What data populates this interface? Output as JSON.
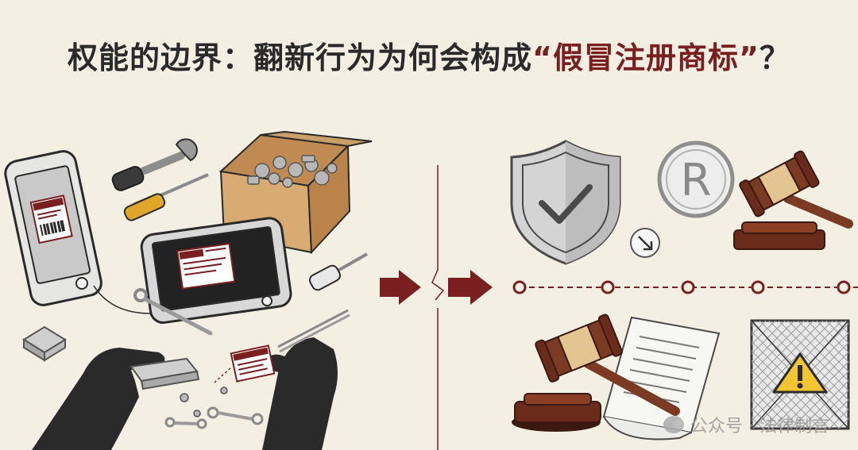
{
  "title": {
    "prefix": "权能的边界：翻新行为为何会构成",
    "accent": "“假冒注册商标”",
    "suffix": "？"
  },
  "watermark": {
    "text": "公众号 · 法律制言"
  },
  "colors": {
    "background": "#f4efe3",
    "accent": "#7a1f1f",
    "ink": "#2a2a2a",
    "wood": "#7a3b22",
    "box": "#d7ab72"
  },
  "icons": {
    "left_panel": [
      "smartphone-icon",
      "wrench-icon",
      "screwdriver-icon",
      "cardboard-box-icon",
      "hand-icon",
      "tweezers-icon",
      "label-sticker-icon"
    ],
    "right_panel": [
      "shield-check-icon",
      "registered-trademark-icon",
      "gavel-icon",
      "document-icon",
      "warning-icon",
      "arrow-down-right-icon"
    ]
  }
}
